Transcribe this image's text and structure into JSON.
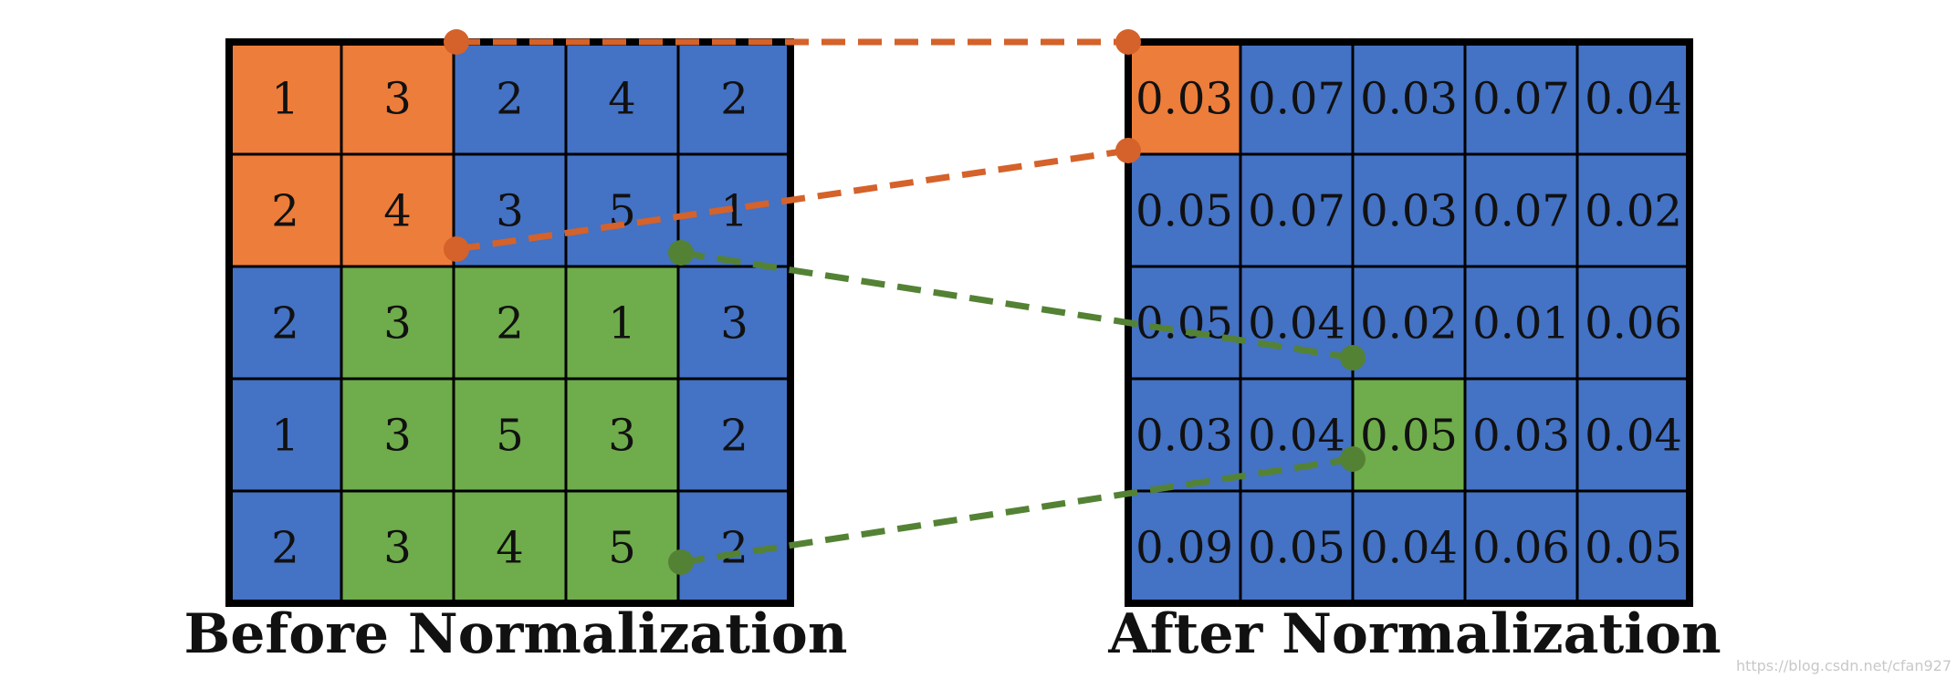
{
  "colors": {
    "orange": "#ED7D3A",
    "blue": "#4472C4",
    "green": "#6FAC4B",
    "orange_line": "#D4622A",
    "green_line": "#548235",
    "grid_line": "#000000"
  },
  "before": {
    "caption": "Before Normalization",
    "values": [
      [
        "1",
        "3",
        "2",
        "4",
        "2"
      ],
      [
        "2",
        "4",
        "3",
        "5",
        "1"
      ],
      [
        "2",
        "3",
        "2",
        "1",
        "3"
      ],
      [
        "1",
        "3",
        "5",
        "3",
        "2"
      ],
      [
        "2",
        "3",
        "4",
        "5",
        "2"
      ]
    ],
    "fills": [
      [
        "orange",
        "orange",
        "blue",
        "blue",
        "blue"
      ],
      [
        "orange",
        "orange",
        "blue",
        "blue",
        "blue"
      ],
      [
        "blue",
        "green",
        "green",
        "green",
        "blue"
      ],
      [
        "blue",
        "green",
        "green",
        "green",
        "blue"
      ],
      [
        "blue",
        "green",
        "green",
        "green",
        "blue"
      ]
    ]
  },
  "after": {
    "caption": "After Normalization",
    "values": [
      [
        "0.03",
        "0.07",
        "0.03",
        "0.07",
        "0.04"
      ],
      [
        "0.05",
        "0.07",
        "0.03",
        "0.07",
        "0.02"
      ],
      [
        "0.05",
        "0.04",
        "0.02",
        "0.01",
        "0.06"
      ],
      [
        "0.03",
        "0.04",
        "0.05",
        "0.03",
        "0.04"
      ],
      [
        "0.09",
        "0.05",
        "0.04",
        "0.06",
        "0.05"
      ]
    ],
    "fills": [
      [
        "orange",
        "blue",
        "blue",
        "blue",
        "blue"
      ],
      [
        "blue",
        "blue",
        "blue",
        "blue",
        "blue"
      ],
      [
        "blue",
        "blue",
        "blue",
        "blue",
        "blue"
      ],
      [
        "blue",
        "blue",
        "green",
        "blue",
        "blue"
      ],
      [
        "blue",
        "blue",
        "blue",
        "blue",
        "blue"
      ]
    ]
  },
  "connectors": [
    {
      "name": "orange-connector-top",
      "color": "orange_line"
    },
    {
      "name": "orange-connector-bottom",
      "color": "orange_line"
    },
    {
      "name": "green-connector-top",
      "color": "green_line"
    },
    {
      "name": "green-connector-bottom",
      "color": "green_line"
    }
  ],
  "watermark": "https://blog.csdn.net/cfan927"
}
